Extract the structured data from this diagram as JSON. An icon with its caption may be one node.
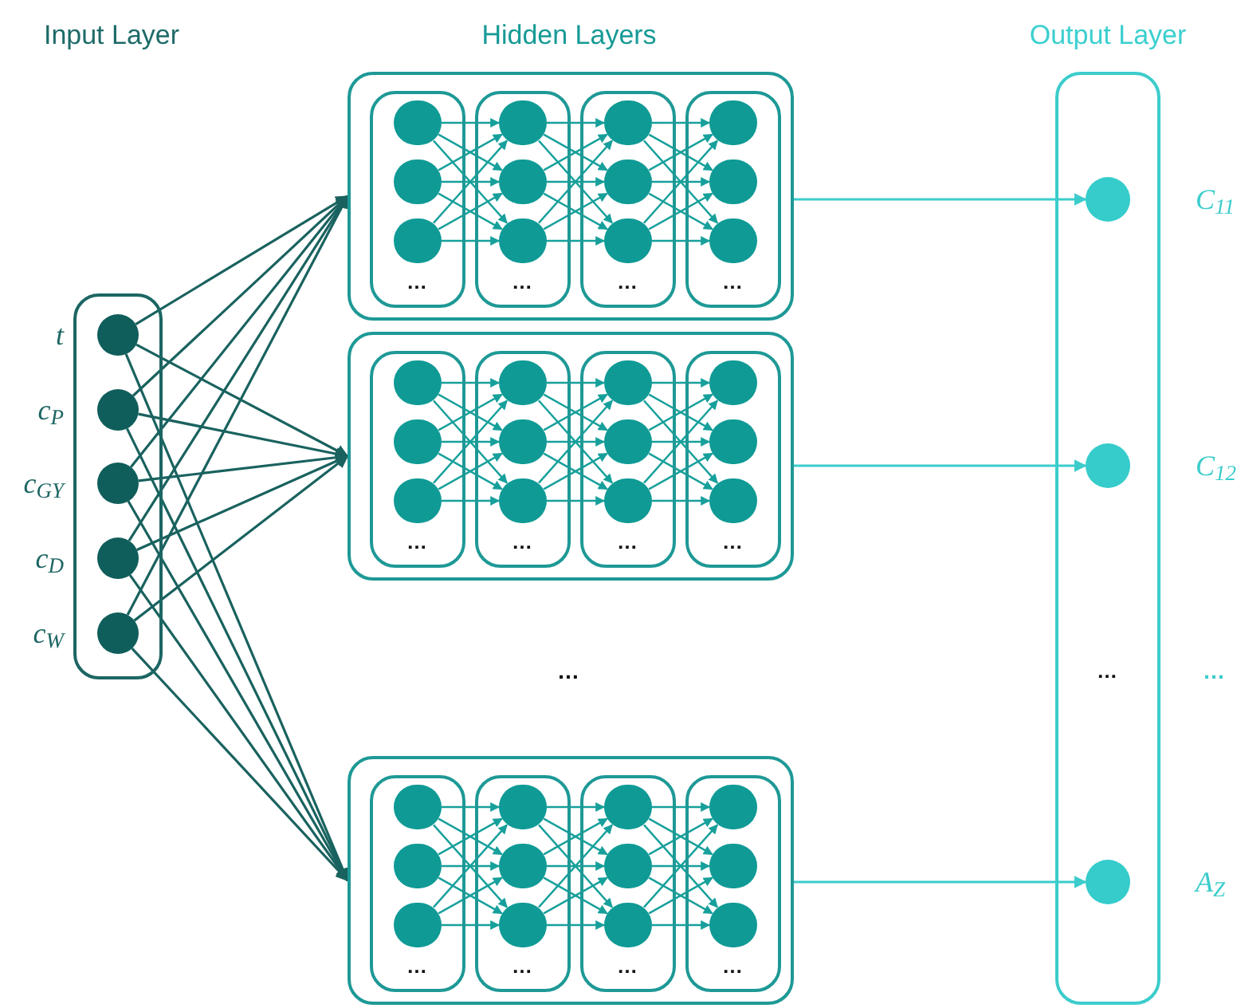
{
  "diagram": {
    "nodes": [
      {
        "text": [],
        "shape": "box"
      },
      {
        "text": [],
        "shape": "circle",
        "in": 0,
        "beside": [
          "t"
        ]
      },
      {
        "text": [],
        "shape": "circle",
        "in": 0,
        "beside": [
          "c$_{P}$"
        ]
      },
      {
        "text": [],
        "shape": "circle",
        "in": 0,
        "beside": [
          "c$_{GY}$"
        ]
      },
      {
        "text": [],
        "shape": "circle",
        "in": 0,
        "beside": [
          "c$_{D}$"
        ]
      },
      {
        "text": [],
        "shape": "circle",
        "in": 0,
        "beside": [
          "c$_{W}$"
        ]
      },
      {
        "text": [],
        "shape": "box"
      },
      {
        "text": [
          "…"
        ],
        "in": 6
      },
      {
        "text": [],
        "shape": "circle",
        "in": 7
      },
      {
        "text": [],
        "shape": "circle",
        "in": 7
      },
      {
        "text": [],
        "shape": "circle",
        "in": 7
      },
      {
        "text": [
          "…"
        ],
        "in": 6
      },
      {
        "text": [],
        "shape": "circle",
        "in": 11
      },
      {
        "text": [],
        "shape": "circle",
        "in": 11
      },
      {
        "text": [],
        "shape": "circle",
        "in": 11
      },
      {
        "text": [
          "…"
        ],
        "in": 6
      },
      {
        "text": [],
        "shape": "circle",
        "in": 15
      },
      {
        "text": [],
        "shape": "circle",
        "in": 15
      },
      {
        "text": [],
        "shape": "circle",
        "in": 15
      },
      {
        "text": [
          "…"
        ],
        "in": 6
      },
      {
        "text": [],
        "shape": "circle",
        "in": 19
      },
      {
        "text": [],
        "shape": "circle",
        "in": 19
      },
      {
        "text": [],
        "shape": "circle",
        "in": 19
      },
      {
        "text": [],
        "shape": "box"
      },
      {
        "text": [
          "…"
        ],
        "in": 23
      },
      {
        "text": [],
        "shape": "circle",
        "in": 24
      },
      {
        "text": [],
        "shape": "circle",
        "in": 24
      },
      {
        "text": [],
        "shape": "circle",
        "in": 24
      },
      {
        "text": [
          "…"
        ],
        "in": 23
      },
      {
        "text": [],
        "shape": "circle",
        "in": 28
      },
      {
        "text": [],
        "shape": "circle",
        "in": 28
      },
      {
        "text": [],
        "shape": "circle",
        "in": 28
      },
      {
        "text": [
          "…"
        ],
        "in": 23
      },
      {
        "text": [],
        "shape": "circle",
        "in": 32
      },
      {
        "text": [],
        "shape": "circle",
        "in": 32
      },
      {
        "text": [],
        "shape": "circle",
        "in": 32
      },
      {
        "text": [
          "…"
        ],
        "in": 23
      },
      {
        "text": [],
        "shape": "circle",
        "in": 36
      },
      {
        "text": [],
        "shape": "circle",
        "in": 36
      },
      {
        "text": [],
        "shape": "circle",
        "in": 36
      },
      {
        "text": [],
        "shape": "box"
      },
      {
        "text": [
          "…"
        ],
        "in": 40
      },
      {
        "text": [],
        "shape": "circle",
        "in": 41
      },
      {
        "text": [],
        "shape": "circle",
        "in": 41
      },
      {
        "text": [],
        "shape": "circle",
        "in": 41
      },
      {
        "text": [
          "…"
        ],
        "in": 40
      },
      {
        "text": [],
        "shape": "circle",
        "in": 45
      },
      {
        "text": [],
        "shape": "circle",
        "in": 45
      },
      {
        "text": [],
        "shape": "circle",
        "in": 45
      },
      {
        "text": [
          "…"
        ],
        "in": 40
      },
      {
        "text": [],
        "shape": "circle",
        "in": 49
      },
      {
        "text": [],
        "shape": "circle",
        "in": 49
      },
      {
        "text": [],
        "shape": "circle",
        "in": 49
      },
      {
        "text": [
          "…"
        ],
        "in": 40
      },
      {
        "text": [],
        "shape": "circle",
        "in": 53
      },
      {
        "text": [],
        "shape": "circle",
        "in": 53
      },
      {
        "text": [],
        "shape": "circle",
        "in": 53
      },
      {
        "text": [
          "…"
        ]
      },
      {
        "text": [],
        "shape": "circle",
        "in": 57,
        "beside": [
          "C$_{11}$"
        ]
      },
      {
        "text": [],
        "shape": "circle",
        "in": 57,
        "beside": [
          "C$_{12}$"
        ]
      },
      {
        "text": [],
        "shape": "circle",
        "in": 57,
        "beside": [
          "A$_{Z}$"
        ]
      }
    ],
    "edges": [
      {
        "from": 1,
        "to": 6,
        "arrow": "to",
        "color": "#19625f"
      },
      {
        "from": 1,
        "to": 23,
        "arrow": "to",
        "color": "#19625f"
      },
      {
        "from": 1,
        "to": 40,
        "arrow": "to",
        "color": "#19625f"
      },
      {
        "from": 2,
        "to": 6,
        "arrow": "to",
        "color": "#19625f"
      },
      {
        "from": 2,
        "to": 23,
        "arrow": "to",
        "color": "#19625f"
      },
      {
        "from": 2,
        "to": 40,
        "arrow": "to",
        "color": "#19625f"
      },
      {
        "from": 3,
        "to": 6,
        "arrow": "to",
        "color": "#19625f"
      },
      {
        "from": 3,
        "to": 23,
        "arrow": "to",
        "color": "#19625f"
      },
      {
        "from": 3,
        "to": 40,
        "arrow": "to",
        "color": "#19625f"
      },
      {
        "from": 4,
        "to": 6,
        "arrow": "to",
        "color": "#19625f"
      },
      {
        "from": 4,
        "to": 23,
        "arrow": "to",
        "color": "#19625f"
      },
      {
        "from": 4,
        "to": 40,
        "arrow": "to",
        "color": "#19625f"
      },
      {
        "from": 5,
        "to": 6,
        "arrow": "to",
        "color": "#19625f"
      },
      {
        "from": 5,
        "to": 23,
        "arrow": "to",
        "color": "#19625f"
      },
      {
        "from": 5,
        "to": 40,
        "arrow": "to",
        "color": "#19625f"
      },
      {
        "from": 8,
        "to": 12,
        "arrow": "to"
      },
      {
        "from": 8,
        "to": 13,
        "arrow": "to"
      },
      {
        "from": 8,
        "to": 14,
        "arrow": "to"
      },
      {
        "from": 9,
        "to": 12,
        "arrow": "to"
      },
      {
        "from": 9,
        "to": 13,
        "arrow": "to"
      },
      {
        "from": 9,
        "to": 14,
        "arrow": "to"
      },
      {
        "from": 10,
        "to": 12,
        "arrow": "to"
      },
      {
        "from": 10,
        "to": 13,
        "arrow": "to"
      },
      {
        "from": 10,
        "to": 14,
        "arrow": "to"
      },
      {
        "from": 12,
        "to": 16,
        "arrow": "to"
      },
      {
        "from": 12,
        "to": 17,
        "arrow": "to"
      },
      {
        "from": 12,
        "to": 18,
        "arrow": "to"
      },
      {
        "from": 13,
        "to": 16,
        "arrow": "to"
      },
      {
        "from": 13,
        "to": 17,
        "arrow": "to"
      },
      {
        "from": 13,
        "to": 18,
        "arrow": "to"
      },
      {
        "from": 14,
        "to": 16,
        "arrow": "to"
      },
      {
        "from": 14,
        "to": 17,
        "arrow": "to"
      },
      {
        "from": 14,
        "to": 18,
        "arrow": "to"
      },
      {
        "from": 16,
        "to": 20,
        "arrow": "to"
      },
      {
        "from": 16,
        "to": 21,
        "arrow": "to"
      },
      {
        "from": 16,
        "to": 22,
        "arrow": "to"
      },
      {
        "from": 17,
        "to": 20,
        "arrow": "to"
      },
      {
        "from": 17,
        "to": 21,
        "arrow": "to"
      },
      {
        "from": 17,
        "to": 22,
        "arrow": "to"
      },
      {
        "from": 18,
        "to": 20,
        "arrow": "to"
      },
      {
        "from": 18,
        "to": 21,
        "arrow": "to"
      },
      {
        "from": 18,
        "to": 22,
        "arrow": "to"
      },
      {
        "from": 25,
        "to": 29,
        "arrow": "to"
      },
      {
        "from": 25,
        "to": 30,
        "arrow": "to"
      },
      {
        "from": 25,
        "to": 31,
        "arrow": "to"
      },
      {
        "from": 26,
        "to": 29,
        "arrow": "to"
      },
      {
        "from": 26,
        "to": 30,
        "arrow": "to"
      },
      {
        "from": 26,
        "to": 31,
        "arrow": "to"
      },
      {
        "from": 27,
        "to": 29,
        "arrow": "to"
      },
      {
        "from": 27,
        "to": 30,
        "arrow": "to"
      },
      {
        "from": 27,
        "to": 31,
        "arrow": "to"
      },
      {
        "from": 29,
        "to": 33,
        "arrow": "to"
      },
      {
        "from": 29,
        "to": 34,
        "arrow": "to"
      },
      {
        "from": 29,
        "to": 35,
        "arrow": "to"
      },
      {
        "from": 30,
        "to": 33,
        "arrow": "to"
      },
      {
        "from": 30,
        "to": 34,
        "arrow": "to"
      },
      {
        "from": 30,
        "to": 35,
        "arrow": "to"
      },
      {
        "from": 31,
        "to": 33,
        "arrow": "to"
      },
      {
        "from": 31,
        "to": 34,
        "arrow": "to"
      },
      {
        "from": 31,
        "to": 35,
        "arrow": "to"
      },
      {
        "from": 33,
        "to": 37,
        "arrow": "to"
      },
      {
        "from": 33,
        "to": 38,
        "arrow": "to"
      },
      {
        "from": 33,
        "to": 39,
        "arrow": "to"
      },
      {
        "from": 34,
        "to": 37,
        "arrow": "to"
      },
      {
        "from": 34,
        "to": 38,
        "arrow": "to"
      },
      {
        "from": 34,
        "to": 39,
        "arrow": "to"
      },
      {
        "from": 35,
        "to": 37,
        "arrow": "to"
      },
      {
        "from": 35,
        "to": 38,
        "arrow": "to"
      },
      {
        "from": 35,
        "to": 39,
        "arrow": "to"
      },
      {
        "from": 42,
        "to": 46,
        "arrow": "to"
      },
      {
        "from": 42,
        "to": 47,
        "arrow": "to"
      },
      {
        "from": 42,
        "to": 48,
        "arrow": "to"
      },
      {
        "from": 43,
        "to": 46,
        "arrow": "to"
      },
      {
        "from": 43,
        "to": 47,
        "arrow": "to"
      },
      {
        "from": 43,
        "to": 48,
        "arrow": "to"
      },
      {
        "from": 44,
        "to": 46,
        "arrow": "to"
      },
      {
        "from": 44,
        "to": 47,
        "arrow": "to"
      },
      {
        "from": 44,
        "to": 48,
        "arrow": "to"
      },
      {
        "from": 46,
        "to": 50,
        "arrow": "to"
      },
      {
        "from": 46,
        "to": 51,
        "arrow": "to"
      },
      {
        "from": 46,
        "to": 52,
        "arrow": "to"
      },
      {
        "from": 47,
        "to": 50,
        "arrow": "to"
      },
      {
        "from": 47,
        "to": 51,
        "arrow": "to"
      },
      {
        "from": 47,
        "to": 52,
        "arrow": "to"
      },
      {
        "from": 48,
        "to": 50,
        "arrow": "to"
      },
      {
        "from": 48,
        "to": 51,
        "arrow": "to"
      },
      {
        "from": 48,
        "to": 52,
        "arrow": "to"
      },
      {
        "from": 50,
        "to": 54,
        "arrow": "to"
      },
      {
        "from": 50,
        "to": 55,
        "arrow": "to"
      },
      {
        "from": 50,
        "to": 56,
        "arrow": "to"
      },
      {
        "from": 51,
        "to": 54,
        "arrow": "to"
      },
      {
        "from": 51,
        "to": 55,
        "arrow": "to"
      },
      {
        "from": 51,
        "to": 56,
        "arrow": "to"
      },
      {
        "from": 52,
        "to": 54,
        "arrow": "to"
      },
      {
        "from": 52,
        "to": 55,
        "arrow": "to"
      },
      {
        "from": 52,
        "to": 56,
        "arrow": "to"
      },
      {
        "from": 6,
        "to": 58,
        "arrow": "to",
        "color": "#3ccccc"
      },
      {
        "from": 23,
        "to": 59,
        "arrow": "to",
        "color": "#3ccccc"
      },
      {
        "from": 40,
        "to": 60,
        "arrow": "to",
        "color": "#3ccccc"
      }
    ],
    "labels": [
      "Input Layer",
      "Hidden Layers",
      "Output Layer",
      "…",
      "…"
    ]
  }
}
